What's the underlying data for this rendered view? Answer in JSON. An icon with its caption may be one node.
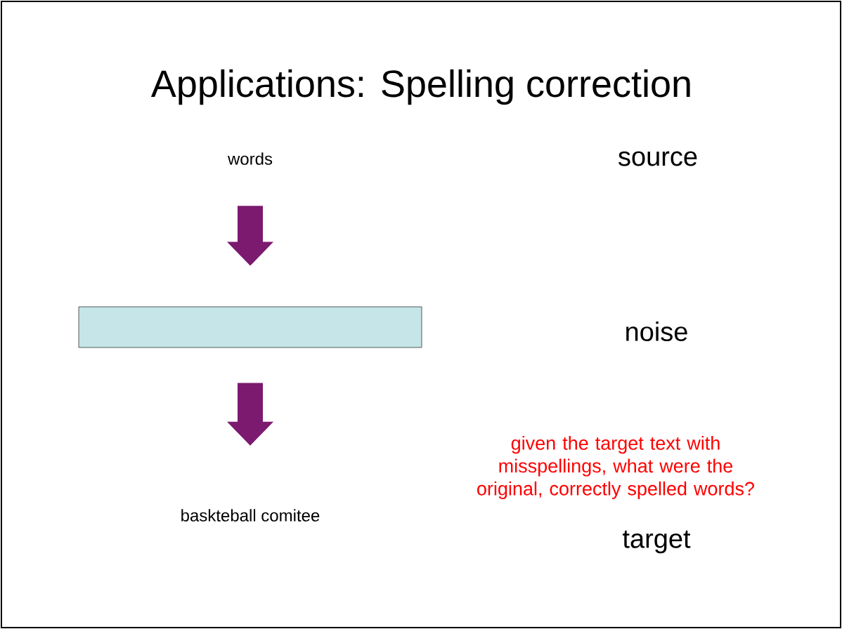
{
  "diagram": {
    "title": "Applications: Spelling correction",
    "nodes": [
      {
        "text": [
          "words"
        ]
      },
      {
        "text": [],
        "shape": "box"
      },
      {
        "text": [
          "baskteball comitee"
        ]
      }
    ],
    "edges": [
      {
        "from": 0,
        "to": 1,
        "arrow": "to"
      },
      {
        "from": 1,
        "to": 2,
        "arrow": "to"
      }
    ],
    "labels": [
      "source",
      "noise",
      "given the target text with misspellings, what were the original, correctly spelled words?",
      "target"
    ]
  }
}
